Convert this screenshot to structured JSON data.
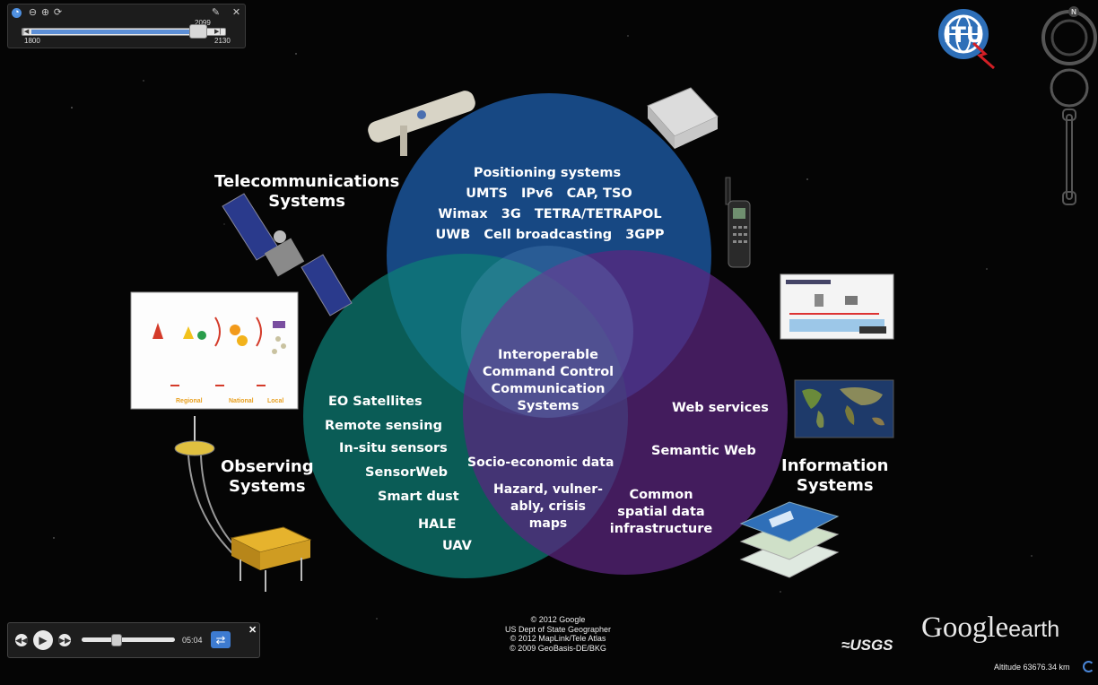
{
  "time_slider": {
    "start_year": "1800",
    "end_year": "2130",
    "current_year": "2099",
    "progress": 0.9
  },
  "tour_player": {
    "time": "05:04",
    "progress": 0.37
  },
  "logo": {
    "text": "ITU"
  },
  "sectors": {
    "telecom": "Telecommunications\nSystems",
    "observing": "Observing\nSystems",
    "information": "Information\nSystems"
  },
  "venn": {
    "center_title": "Interoperable\nCommand Control\nCommunication\nSystems",
    "top_items": [
      "Positioning systems",
      "UMTS   IPv6   CAP, TSO",
      "Wimax   3G   TETRA/TETRAPOL",
      "UWB   Cell broadcasting   3GPP"
    ],
    "left_items": [
      "EO Satellites",
      "Remote sensing",
      "In-situ sensors",
      "SensorWeb",
      "Smart dust",
      "HALE",
      "UAV"
    ],
    "right_items": [
      "Web services",
      "Semantic Web",
      "Common\nspatial data\ninfrastructure"
    ],
    "bottom_items": [
      "Socio-economic data",
      "Hazard, vulner-\nably, crisis\nmaps"
    ],
    "colors": {
      "telecom": "#1f63b4",
      "observing": "#0d7e76",
      "information": "#5c2680"
    }
  },
  "copyright_lines": [
    "© 2012 Google",
    "US Dept of State Geographer",
    "© 2012 MapLink/Tele Atlas",
    "© 2009 GeoBasis-DE/BKG"
  ],
  "usgs_label": "≈USGS",
  "brand": {
    "google": "Google",
    "earth": "earth"
  },
  "altitude": "Altitude 63676.34 km",
  "navigation": {
    "compass_letter": "N"
  }
}
